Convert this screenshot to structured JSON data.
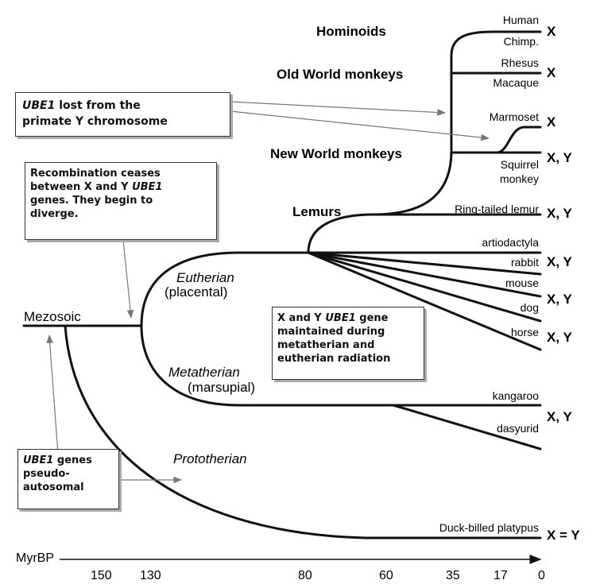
{
  "colors": {
    "ink": "#111111",
    "box_border": "#333333",
    "arrow": "#777777"
  },
  "groups": {
    "hominoids": "Hominoids",
    "old_world": "Old World monkeys",
    "new_world": "New World monkeys",
    "lemurs": "Lemurs"
  },
  "clades": {
    "eutherian": "Eutherian",
    "eutherian_sub": "(placental)",
    "metatherian": "Metatherian",
    "metatherian_sub": "(marsupial)",
    "prototherian": "Prototherian",
    "mezosoic": "Mezosoic"
  },
  "species": {
    "human": "Human",
    "chimp": "Chimp.",
    "rhesus": "Rhesus",
    "macaque": "Macaque",
    "marmoset": "Marmoset",
    "squirrel": "Squirrel",
    "squirrel2": "monkey",
    "lemur": "Ring-tailed lemur",
    "artiodactyla": "artiodactyla",
    "rabbit": "rabbit",
    "mouse": "mouse",
    "dog": "dog",
    "horse": "horse",
    "kangaroo": "kangaroo",
    "dasyurid": "dasyurid",
    "platypus": "Duck-billed platypus"
  },
  "chrom": {
    "hominoids": "X",
    "old_world": "X",
    "marmoset": "X",
    "squirrel": "X, Y",
    "lemur": "X, Y",
    "rabbit": "X, Y",
    "dog": "X, Y",
    "horse": "X, Y",
    "marsupials": "X, Y",
    "platypus": "X = Y"
  },
  "boxes": {
    "primate_lost_a": "UBE1",
    "primate_lost_b": " lost from the",
    "primate_lost_c": "primate Y chromosome",
    "recomb_a": "Recombination ceases",
    "recomb_b": "between X and Y ",
    "recomb_c": "UBE1",
    "recomb_d": "genes. They begin to",
    "recomb_e": "diverge.",
    "maintained_a": "X and Y ",
    "maintained_b": "UBE1",
    "maintained_c": " gene",
    "maintained_d": "maintained during",
    "maintained_e": "metatherian and",
    "maintained_f": "eutherian radiation",
    "pseudo_a": "UBE1",
    "pseudo_b": " genes",
    "pseudo_c": "pseudo-",
    "pseudo_d": "autosomal"
  },
  "axis": {
    "label": "MyrBP",
    "ticks": [
      "150",
      "130",
      "80",
      "60",
      "35",
      "17",
      "0"
    ]
  }
}
